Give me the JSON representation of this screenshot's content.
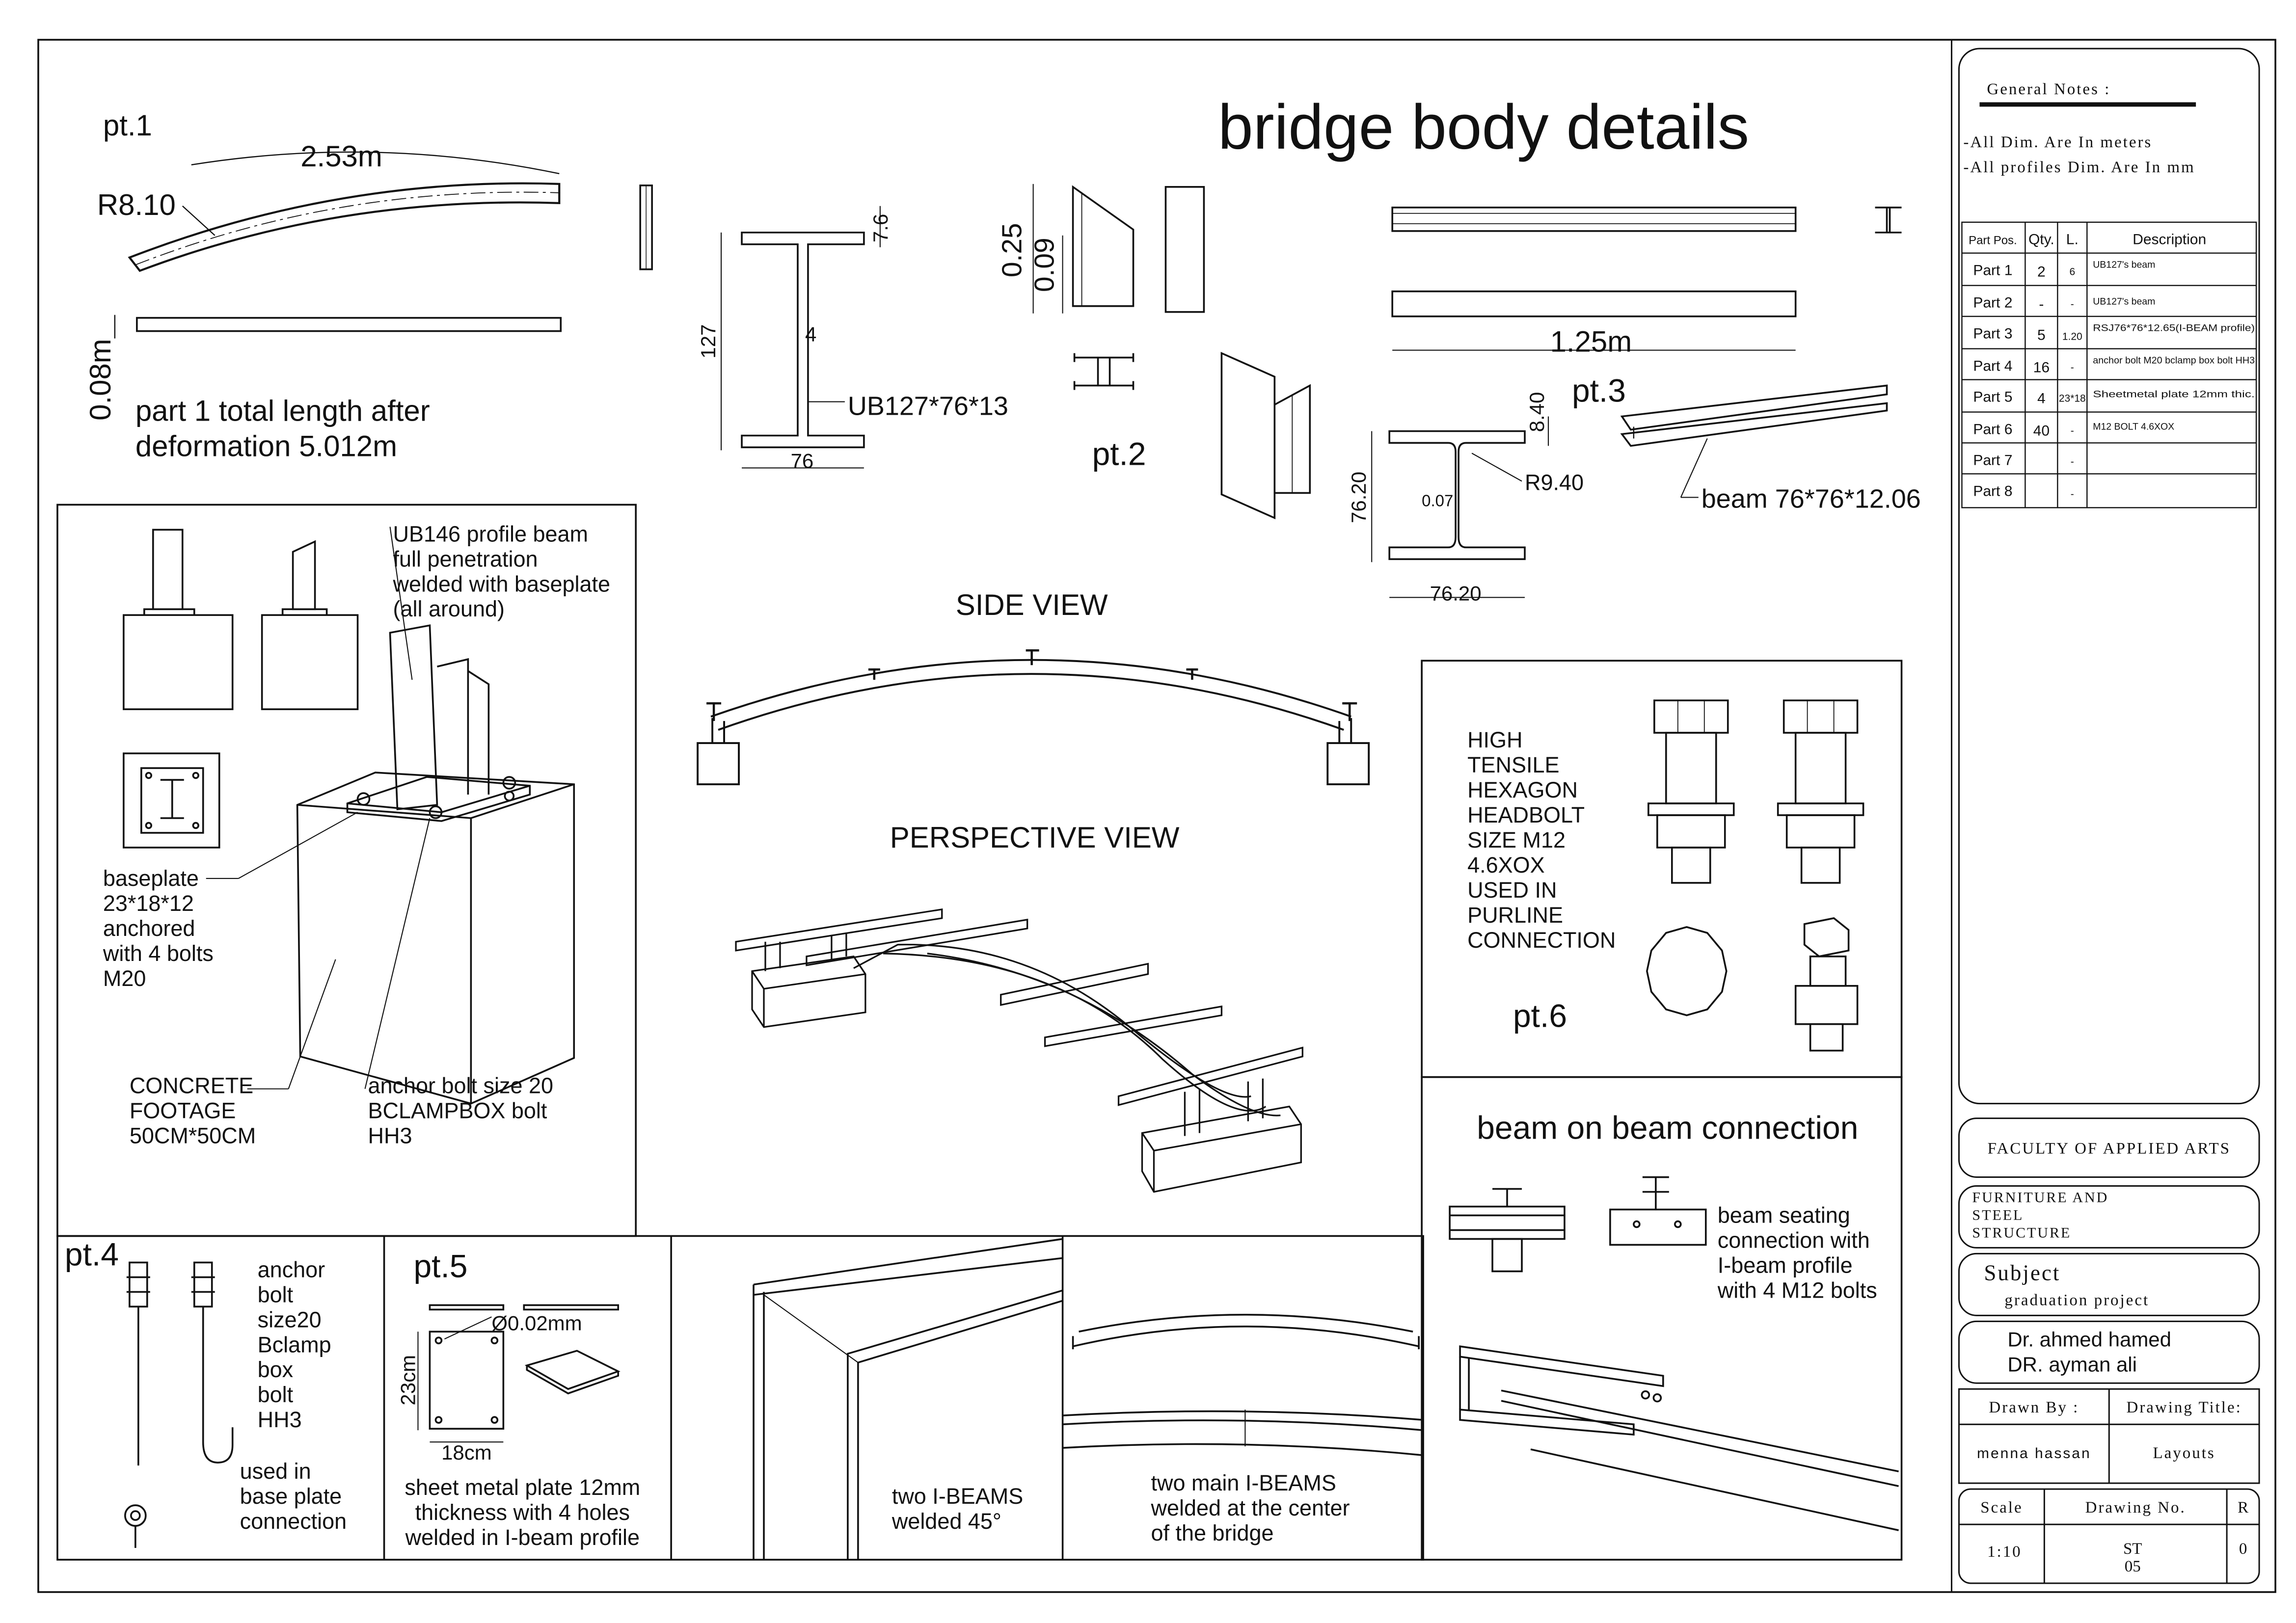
{
  "title": "bridge body details",
  "pt1": {
    "label": "pt.1",
    "length": "2.53m",
    "radius": "R8.10",
    "height": "0.08m",
    "note_line1": "part 1 total length after",
    "note_line2": "deformation 5.012m"
  },
  "profile_ub": {
    "flange_thk": "7.6",
    "height": "127",
    "web": "4",
    "width": "76",
    "name": "UB127*76*13"
  },
  "pt2": {
    "label": "pt.2",
    "dim_a": "0.25",
    "dim_b": "0.09"
  },
  "pt3": {
    "label": "pt.3",
    "length": "1.25m",
    "flange": "8.40",
    "height": "76.20",
    "web": "0.07",
    "radius": "R9.40",
    "width": "76.20",
    "beam_name": "beam 76*76*12.06"
  },
  "base": {
    "callout": [
      "UB146 profile beam",
      "full penetration",
      "welded with baseplate",
      "(all around)"
    ],
    "baseplate": [
      "baseplate",
      "23*18*12",
      "anchored",
      "with 4 bolts",
      "M20"
    ],
    "concrete": [
      "CONCRETE",
      "FOOTAGE",
      "50CM*50CM"
    ],
    "anchor": [
      "anchor bolt size 20",
      "BCLAMPBOX bolt",
      "HH3"
    ]
  },
  "views": {
    "side": "SIDE VIEW",
    "perspective": "PERSPECTIVE VIEW"
  },
  "pt6": {
    "label": "pt.6",
    "text": [
      "HIGH",
      "TENSILE",
      "HEXAGON",
      "HEADBOLT",
      "SIZE M12",
      "4.6XOX",
      "USED IN",
      "PURLINE",
      "CONNECTION"
    ]
  },
  "beam_conn": {
    "title": "beam on beam connection",
    "text": [
      "beam seating",
      "connection with",
      "I-beam profile",
      "with 4 M12 bolts"
    ]
  },
  "pt4": {
    "label": "pt.4",
    "text": [
      "anchor",
      "bolt",
      "size20",
      "Bclamp",
      "box",
      "bolt",
      "HH3"
    ],
    "used": [
      "used in",
      "base plate",
      "connection"
    ]
  },
  "pt5": {
    "label": "pt.5",
    "dia": "Ø0.02mm",
    "height": "23cm",
    "width": "18cm",
    "text": [
      "sheet metal plate 12mm",
      "thickness with 4 holes",
      "welded in I-beam profile"
    ]
  },
  "weld45": [
    "two I-BEAMS",
    "welded 45°"
  ],
  "weld_center": [
    "two main I-BEAMS",
    "welded at the center",
    "of the bridge"
  ],
  "notes": {
    "heading": "General Notes :",
    "lines": [
      "-All Dim. Are In meters",
      "-All profiles Dim. Are In mm"
    ]
  },
  "parts_table": {
    "headers": [
      "Part Pos.",
      "Qty.",
      "L.",
      "Description"
    ],
    "rows": [
      [
        "Part 1",
        "2",
        "6",
        "UB127's beam"
      ],
      [
        "Part 2",
        "-",
        "-",
        "UB127's beam"
      ],
      [
        "Part 3",
        "5",
        "1.20",
        "RSJ76*76*12.65(I-BEAM profile)"
      ],
      [
        "Part 4",
        "16",
        "-",
        "anchor bolt M20 bclamp box bolt HH3"
      ],
      [
        "Part 5",
        "4",
        "23*18",
        "Sheetmetal plate 12mm thic."
      ],
      [
        "Part 6",
        "40",
        "-",
        "M12 BOLT 4.6XOX"
      ],
      [
        "Part 7",
        "",
        "-",
        ""
      ],
      [
        "Part 8",
        "",
        "-",
        ""
      ]
    ]
  },
  "title_block": {
    "faculty": "FACULTY OF APPLIED ARTS",
    "dept": [
      "FURNITURE AND",
      "STEEL",
      "STRUCTURE"
    ],
    "subject_label": "Subject",
    "subject": "graduation project",
    "supervisors": [
      "Dr. ahmed hamed",
      "DR. ayman ali"
    ],
    "drawn_by_label": "Drawn By :",
    "drawing_title_label": "Drawing Title:",
    "drawn_by": "menna hassan",
    "drawing_title": "Layouts",
    "scale_label": "Scale",
    "drawing_no_label": "Drawing No.",
    "rev_label": "R",
    "scale": "1:10",
    "drawing_no": [
      "ST",
      "05"
    ],
    "rev": "0"
  }
}
